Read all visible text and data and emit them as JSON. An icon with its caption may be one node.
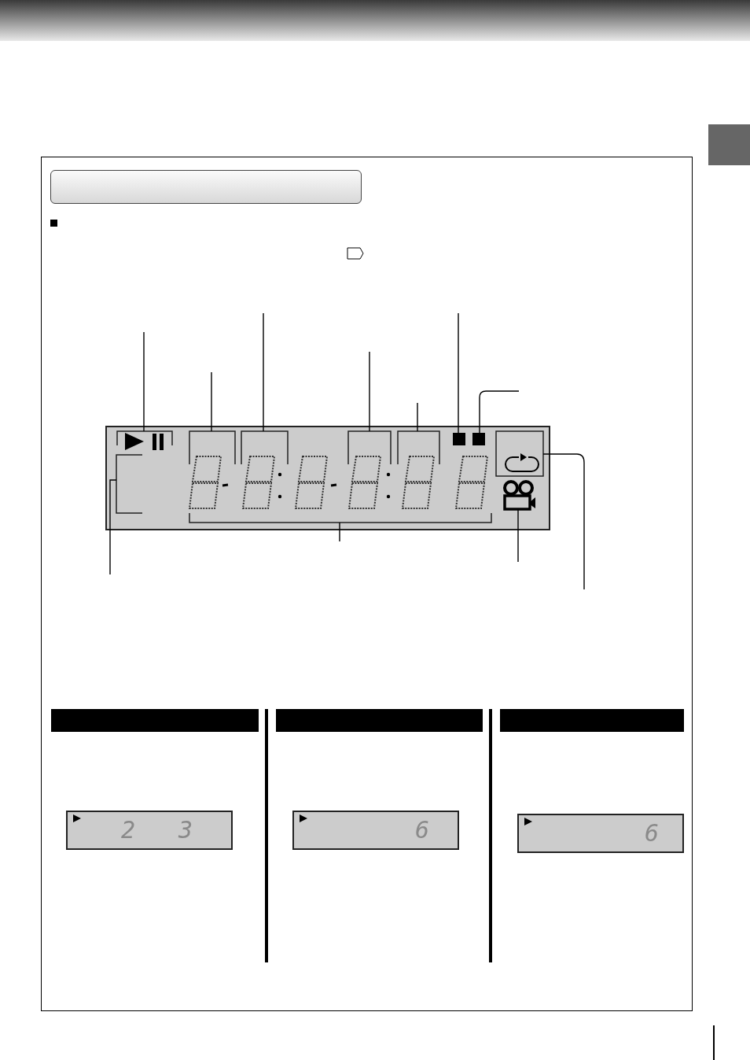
{
  "diagram": {
    "nodes": [
      {
        "text": [],
        "shape": "box"
      }
    ],
    "labels": [
      "2",
      "3",
      "6",
      "6"
    ]
  }
}
